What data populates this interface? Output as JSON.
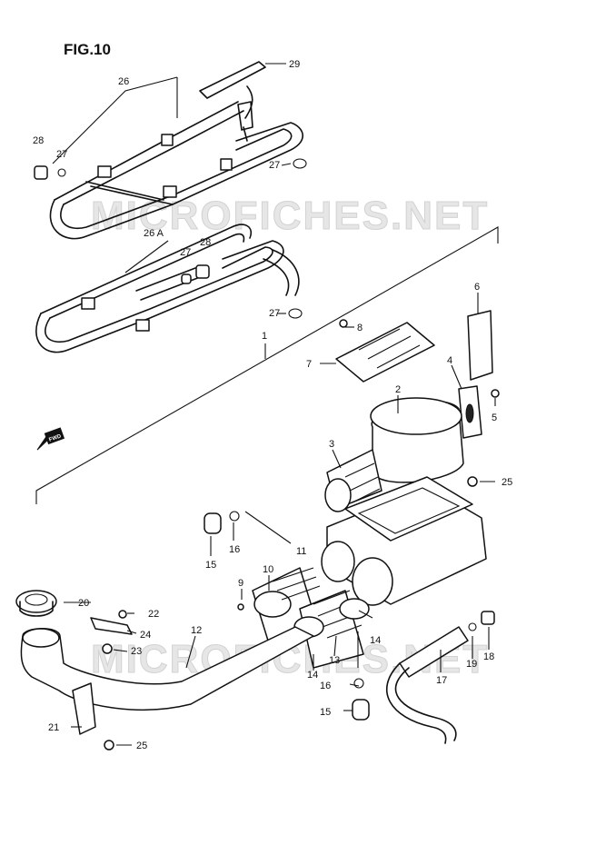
{
  "figure": {
    "title": "FIG.10"
  },
  "watermark": "MICROFICHES.NET",
  "fwd_arrow": {
    "label": "FWD"
  },
  "callouts": {
    "c1": "1",
    "c2": "2",
    "c3": "3",
    "c4": "4",
    "c5": "5",
    "c6": "6",
    "c7": "7",
    "c8": "8",
    "c9": "9",
    "c10": "10",
    "c11": "11",
    "c12": "12",
    "c13": "13",
    "c14a": "14",
    "c14b": "14",
    "c15a": "15",
    "c15b": "15",
    "c16a": "16",
    "c16b": "16",
    "c17": "17",
    "c18": "18",
    "c19": "19",
    "c20": "20",
    "c21": "21",
    "c22": "22",
    "c23": "23",
    "c24": "24",
    "c25a": "25",
    "c25b": "25",
    "c26": "26",
    "c26a": "26 A",
    "c27a": "27",
    "c27b": "27",
    "c27c": "27",
    "c27d": "27",
    "c28a": "28",
    "c28b": "28",
    "c29": "29"
  }
}
